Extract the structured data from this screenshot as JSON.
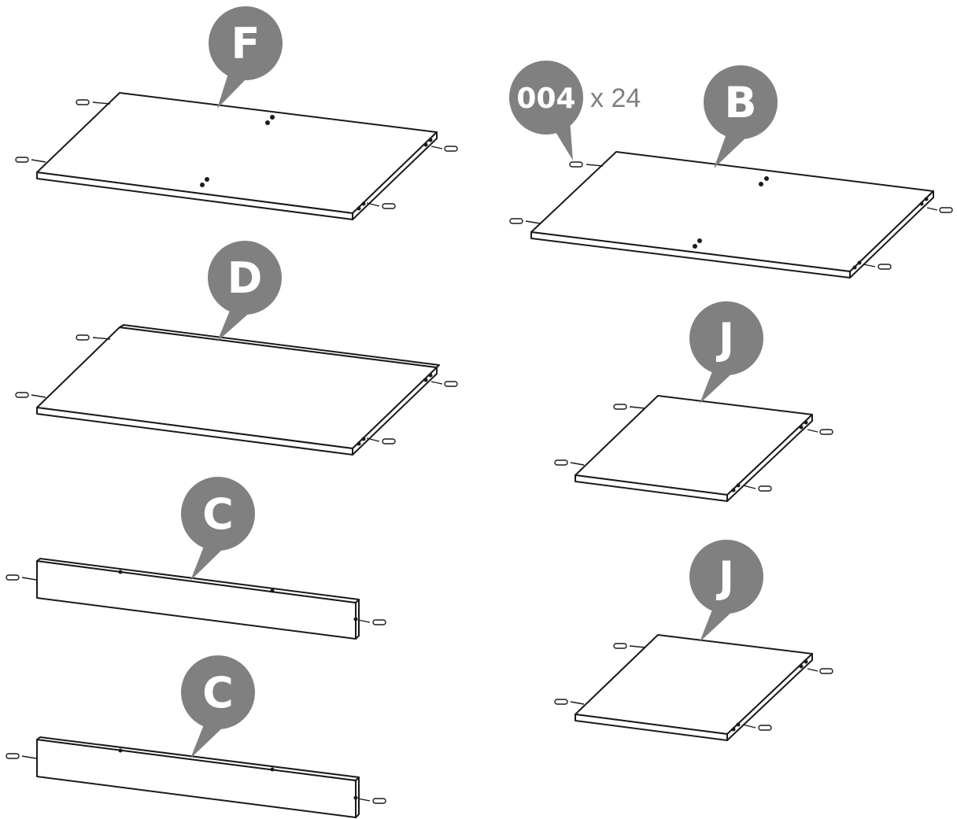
{
  "labels": {
    "panel_f": "F",
    "panel_d": "D",
    "panel_c_top": "C",
    "panel_c_bottom": "C",
    "panel_b": "B",
    "panel_j_top": "J",
    "panel_j_bottom": "J"
  },
  "hardware": {
    "part_code": "004",
    "quantity": "x 24"
  },
  "colors": {
    "callout": "#808080",
    "line": "#1a1a1a",
    "background": "#ffffff"
  }
}
